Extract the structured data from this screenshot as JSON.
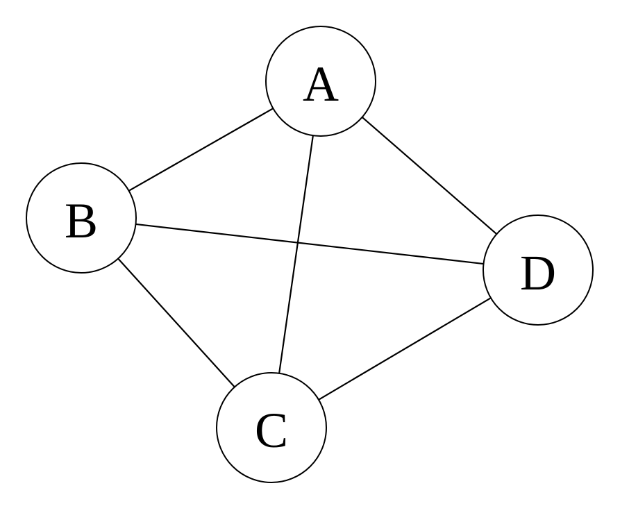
{
  "diagram": {
    "nodes": [
      {
        "id": "A",
        "label": "A"
      },
      {
        "id": "B",
        "label": "B"
      },
      {
        "id": "C",
        "label": "C"
      },
      {
        "id": "D",
        "label": "D"
      }
    ],
    "edges": [
      {
        "from": "A",
        "to": "B"
      },
      {
        "from": "A",
        "to": "C"
      },
      {
        "from": "A",
        "to": "D"
      },
      {
        "from": "B",
        "to": "C"
      },
      {
        "from": "B",
        "to": "D"
      },
      {
        "from": "C",
        "to": "D"
      }
    ]
  }
}
